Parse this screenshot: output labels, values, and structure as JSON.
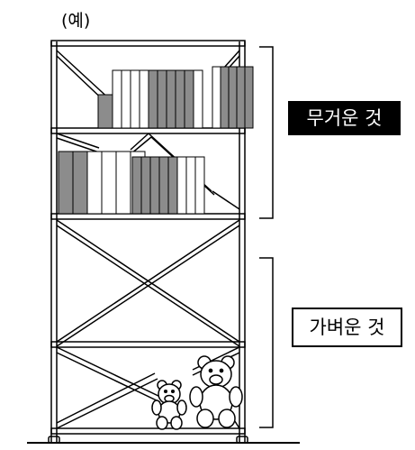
{
  "example_label": "(예)",
  "heavy_label": "무거운 것",
  "light_label": "가벼운 것",
  "colors": {
    "frame": "#000000",
    "light_book": "#ffffff",
    "dark_book": "#8c8c8c",
    "bear_fill": "#ffffff"
  },
  "book_pattern": {
    "upper_shelf": [
      "dark",
      "light",
      "light",
      "light",
      "light",
      "dark",
      "dark",
      "dark",
      "dark",
      "dark",
      "light",
      "light",
      "dark",
      "dark",
      "dark",
      "dark"
    ],
    "middle_shelf": [
      "dark",
      "dark",
      "light",
      "light",
      "light",
      "light",
      "dark",
      "dark",
      "dark",
      "dark",
      "dark",
      "light",
      "light",
      "light"
    ]
  }
}
